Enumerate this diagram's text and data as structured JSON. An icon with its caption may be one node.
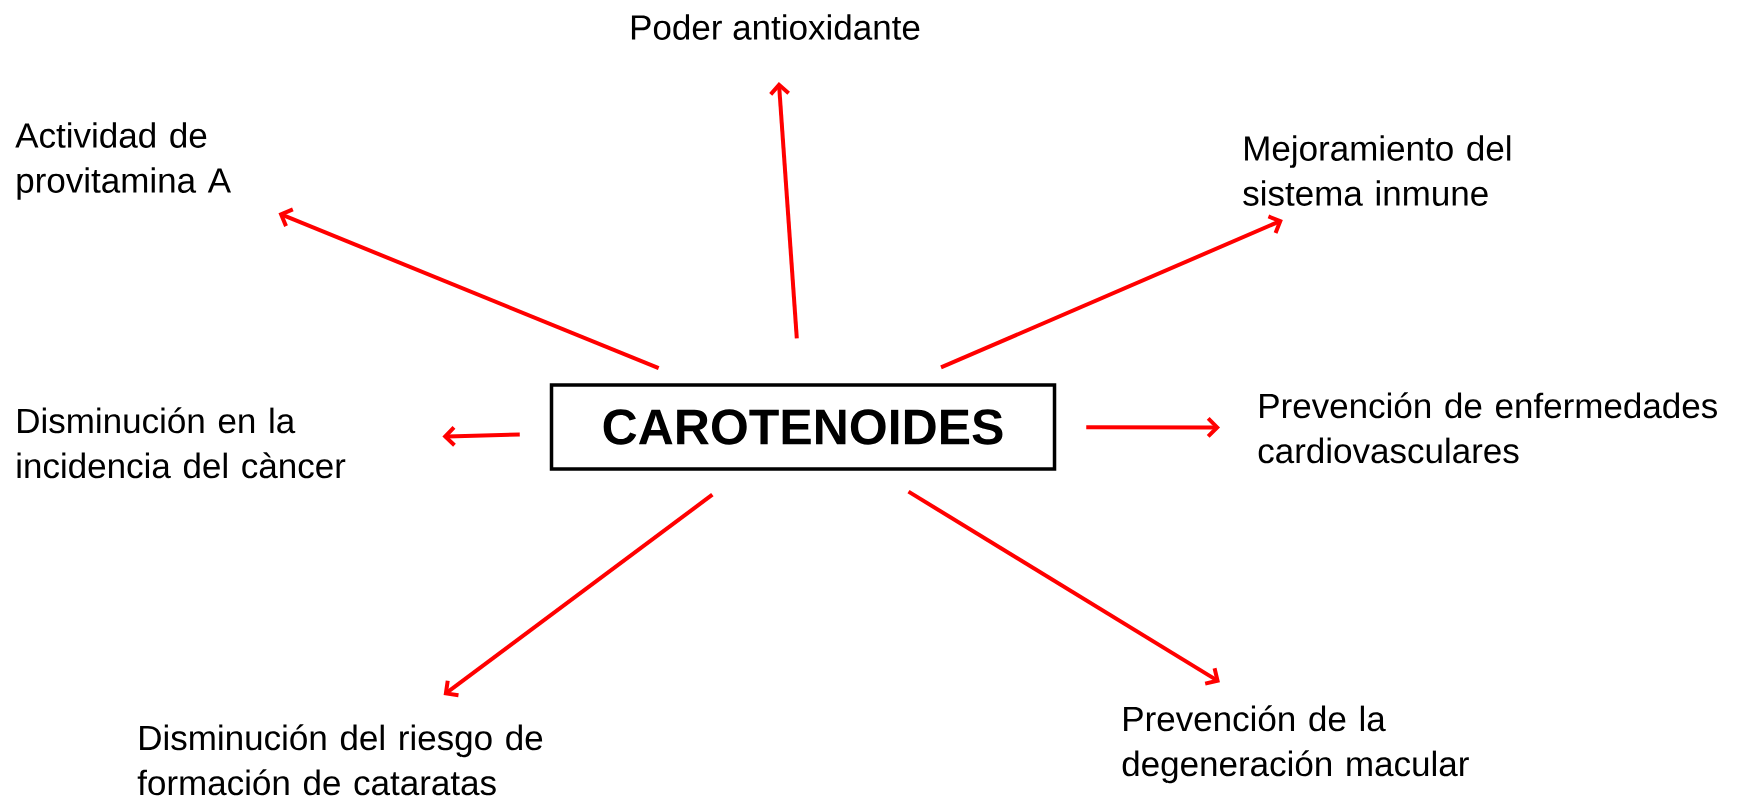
{
  "diagram": {
    "nodes": [
      {
        "text": [
          "CAROTENOIDES"
        ]
      },
      {
        "text": [
          "Poder antioxidante"
        ]
      },
      {
        "text": [
          "Actividad de provitamina A"
        ]
      },
      {
        "text": [
          "Mejoramiento del sistema inmune"
        ]
      },
      {
        "text": [
          "Disminución en la incidencia del càncer"
        ]
      },
      {
        "text": [
          "Prevención de enfermedades cardiovasculares"
        ]
      },
      {
        "text": [
          "Disminución del riesgo de formación de cataratas"
        ]
      },
      {
        "text": [
          "Prevención de la degeneración macular"
        ]
      }
    ],
    "edges": [
      {
        "from": 0,
        "to": 1,
        "arrow": "to"
      },
      {
        "from": 0,
        "to": 2,
        "arrow": "to"
      },
      {
        "from": 0,
        "to": 3,
        "arrow": "to"
      },
      {
        "from": 0,
        "to": 4,
        "arrow": "to"
      },
      {
        "from": 0,
        "to": 5,
        "arrow": "to"
      },
      {
        "from": 0,
        "to": 6,
        "arrow": "to"
      },
      {
        "from": 0,
        "to": 7,
        "arrow": "to"
      }
    ]
  }
}
